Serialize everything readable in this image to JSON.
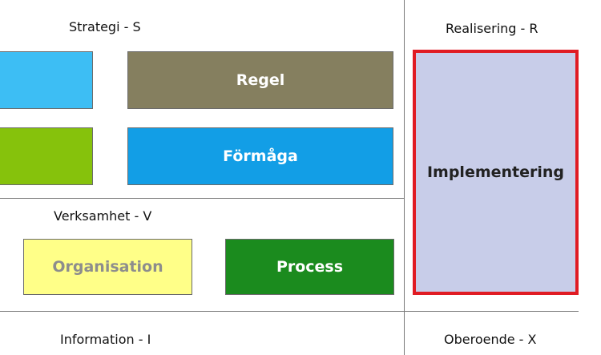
{
  "sections": {
    "strategy": "Strategi - S",
    "business": "Verksamhet - V",
    "information": "Information - I",
    "realization": "Realisering - R",
    "independent": "Oberoende - X"
  },
  "boxes": {
    "partial_top": {
      "label": "",
      "color": "#3dbef4"
    },
    "partial_bottom": {
      "label": "",
      "color": "#86c20c"
    },
    "rule": {
      "label": "Regel",
      "color": "#857f5f"
    },
    "capability": {
      "label": "Förmåga",
      "color": "#129ee6"
    },
    "organisation": {
      "label": "Organisation",
      "color": "#ffff88",
      "text_color": "#8d8d8d"
    },
    "process": {
      "label": "Process",
      "color": "#1b8b1e"
    },
    "implementation": {
      "label": "Implementering",
      "color": "#c8cde9",
      "border_color": "#e01b23",
      "text_color": "#222222"
    }
  }
}
